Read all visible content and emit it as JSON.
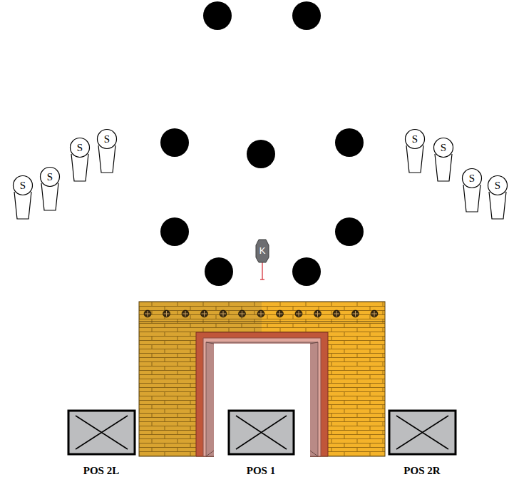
{
  "diagram": {
    "nodes": [
      {
        "text": [
          "S"
        ]
      },
      {
        "text": [
          "S"
        ]
      },
      {
        "text": [
          "S"
        ]
      },
      {
        "text": [
          "S"
        ]
      },
      {
        "text": [
          "S"
        ]
      },
      {
        "text": [
          "S"
        ]
      },
      {
        "text": [
          "S"
        ]
      },
      {
        "text": [
          "S"
        ]
      },
      {
        "text": [
          "K"
        ]
      }
    ],
    "labels": [
      "POS 2L",
      "POS 1",
      "POS 2R"
    ]
  }
}
